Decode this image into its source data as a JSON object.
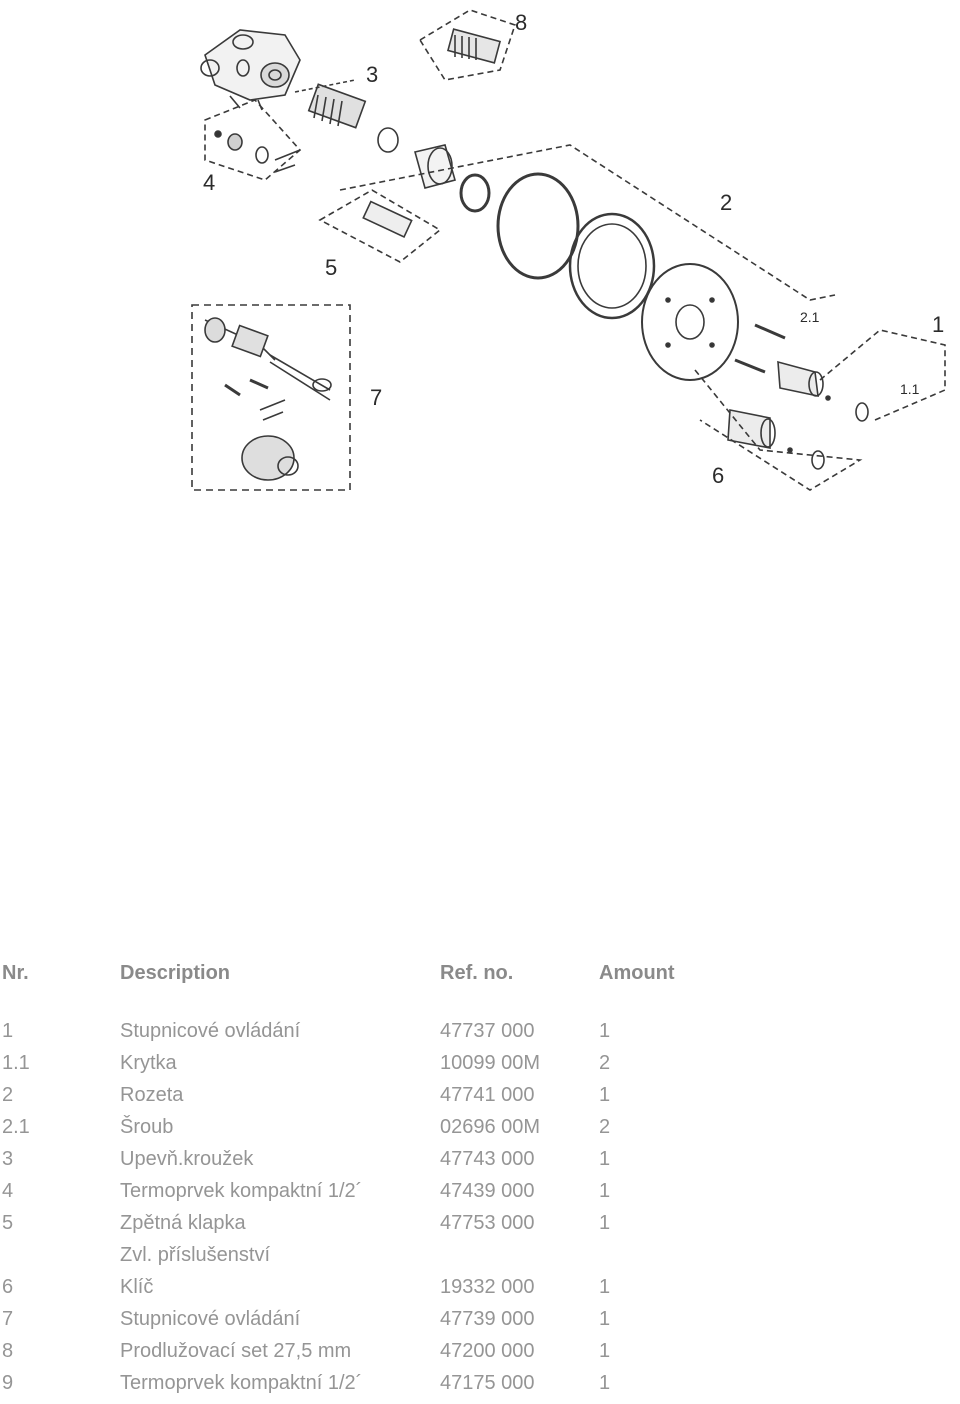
{
  "drawing": {
    "callouts": {
      "c1": "1",
      "c1_1": "1.1",
      "c2": "2",
      "c2_1": "2.1",
      "c3": "3",
      "c4": "4",
      "c5": "5",
      "c6": "6",
      "c7": "7",
      "c8": "8"
    }
  },
  "table": {
    "headers": {
      "nr": "Nr.",
      "description": "Description",
      "ref": "Ref. no.",
      "amount": "Amount"
    },
    "rows": [
      {
        "nr": "1",
        "description": "Stupnicové ovládání",
        "ref": "47737 000",
        "amount": "1"
      },
      {
        "nr": "1.1",
        "description": "Krytka",
        "ref": "10099 00M",
        "amount": "2"
      },
      {
        "nr": "2",
        "description": "Rozeta",
        "ref": "47741 000",
        "amount": "1"
      },
      {
        "nr": "2.1",
        "description": "Šroub",
        "ref": "02696 00M",
        "amount": "2"
      },
      {
        "nr": "3",
        "description": "Upevň.kroužek",
        "ref": "47743 000",
        "amount": "1"
      },
      {
        "nr": "4",
        "description": "Termoprvek kompaktní 1/2´",
        "ref": "47439 000",
        "amount": "1"
      },
      {
        "nr": "5",
        "description": "Zpětná klapka",
        "ref": "47753 000",
        "amount": "1"
      },
      {
        "nr": "",
        "description": "Zvl. příslušenství",
        "ref": "",
        "amount": ""
      },
      {
        "nr": "6",
        "description": "Klíč",
        "ref": "19332 000",
        "amount": "1"
      },
      {
        "nr": "7",
        "description": "Stupnicové ovládání",
        "ref": "47739 000",
        "amount": "1"
      },
      {
        "nr": "8",
        "description": "Prodlužovací set 27,5 mm",
        "ref": "47200 000",
        "amount": "1"
      },
      {
        "nr": "9",
        "description": "Termoprvek kompaktní 1/2´",
        "ref": "47175 000",
        "amount": "1"
      }
    ]
  }
}
